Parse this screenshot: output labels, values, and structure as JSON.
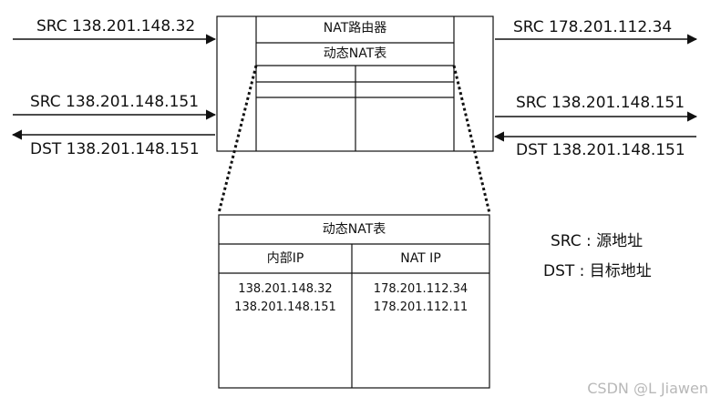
{
  "left": {
    "src1": "SRC 138.201.148.32",
    "src2": "SRC 138.201.148.151",
    "dst2": "DST 138.201.148.151"
  },
  "right": {
    "src1": "SRC 178.201.112.34",
    "src2": "SRC 138.201.148.151",
    "dst2": "DST 138.201.148.151"
  },
  "router": {
    "title": "NAT路由器",
    "table_label": "动态NAT表"
  },
  "nat_table": {
    "title": "动态NAT表",
    "col_inner": "内部IP",
    "col_nat": "NAT IP",
    "inner_ips": [
      "138.201.148.32",
      "138.201.148.151"
    ],
    "nat_ips": [
      "178.201.112.34",
      "178.201.112.11"
    ]
  },
  "legend": {
    "src": "SRC : 源地址",
    "dst": "DST : 目标地址"
  },
  "watermark": "CSDN @L Jiawen"
}
